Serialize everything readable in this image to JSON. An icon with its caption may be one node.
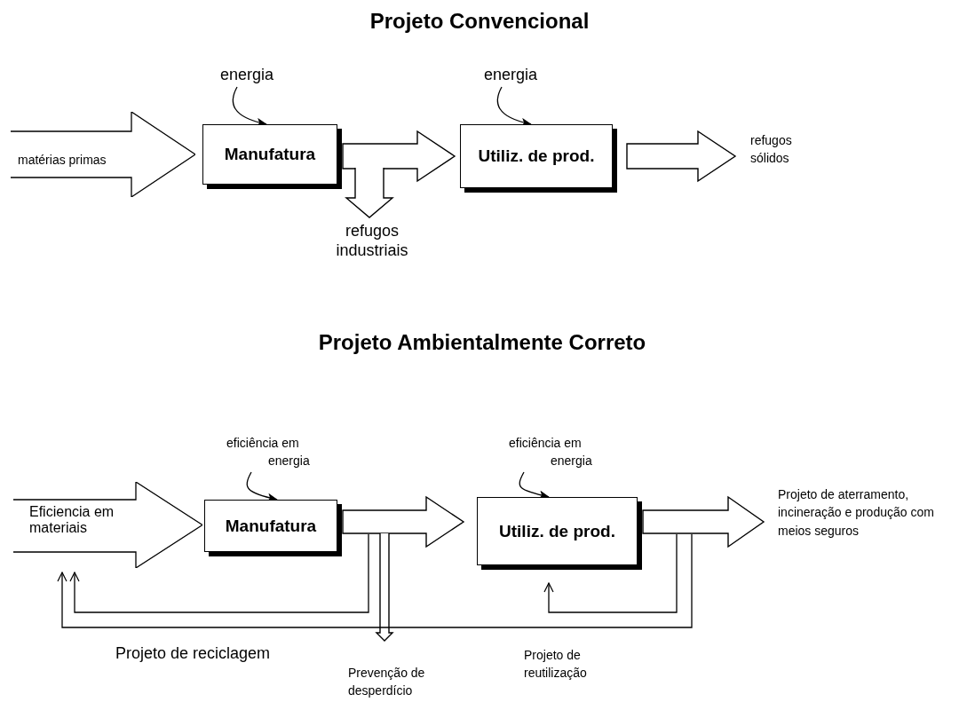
{
  "diagram": {
    "title": "Projeto Convencional",
    "nodes": [
      {
        "text": [
          "matérias primas"
        ]
      },
      {
        "text": [
          "energia"
        ]
      },
      {
        "text": [
          "Manufatura"
        ]
      },
      {
        "text": [
          "energia"
        ]
      },
      {
        "text": [
          "Utiliz. de prod."
        ]
      },
      {
        "text": [
          "refugos industriais"
        ]
      },
      {
        "text": [
          "refugos sólidos"
        ]
      },
      {
        "text": [
          "Eficiencia em materiais"
        ]
      },
      {
        "text": [
          "eficiência em energia"
        ]
      },
      {
        "text": [
          "Manufatura"
        ]
      },
      {
        "text": [
          "eficiência em energia"
        ]
      },
      {
        "text": [
          "Utiliz. de prod."
        ]
      },
      {
        "text": [
          "Projeto de aterramento, incineração e produção com meios seguros"
        ]
      },
      {
        "text": [
          "Prevenção de desperdício"
        ]
      }
    ],
    "edges": [
      {
        "from": 1,
        "to": 2,
        "arrow": "to"
      },
      {
        "from": 3,
        "to": 4,
        "arrow": "to"
      },
      {
        "from": 2,
        "to": 4,
        "arrow": "to",
        "style": "thick"
      },
      {
        "from": 2,
        "to": 5,
        "arrow": "to",
        "style": "thick"
      },
      {
        "from": 4,
        "to": 6,
        "arrow": "to",
        "style": "thick"
      },
      {
        "from": 8,
        "to": 9,
        "arrow": "to"
      },
      {
        "from": 10,
        "to": 11,
        "arrow": "to"
      },
      {
        "from": 9,
        "to": 11,
        "arrow": "to",
        "style": "thick"
      },
      {
        "from": 9,
        "to": 13,
        "arrow": "to",
        "style": "thick"
      },
      {
        "from": 11,
        "to": 12,
        "arrow": "to",
        "style": "thick"
      },
      {
        "from": 11,
        "to": 7,
        "arrow": "to",
        "label": "Projeto de reciclagem"
      },
      {
        "from": 9,
        "to": 7,
        "arrow": "to"
      },
      {
        "from": 11,
        "to": 11,
        "arrow": "to",
        "label": "Projeto de reutilização"
      }
    ],
    "labels": [
      "Projeto Ambientalmente Correto"
    ]
  }
}
